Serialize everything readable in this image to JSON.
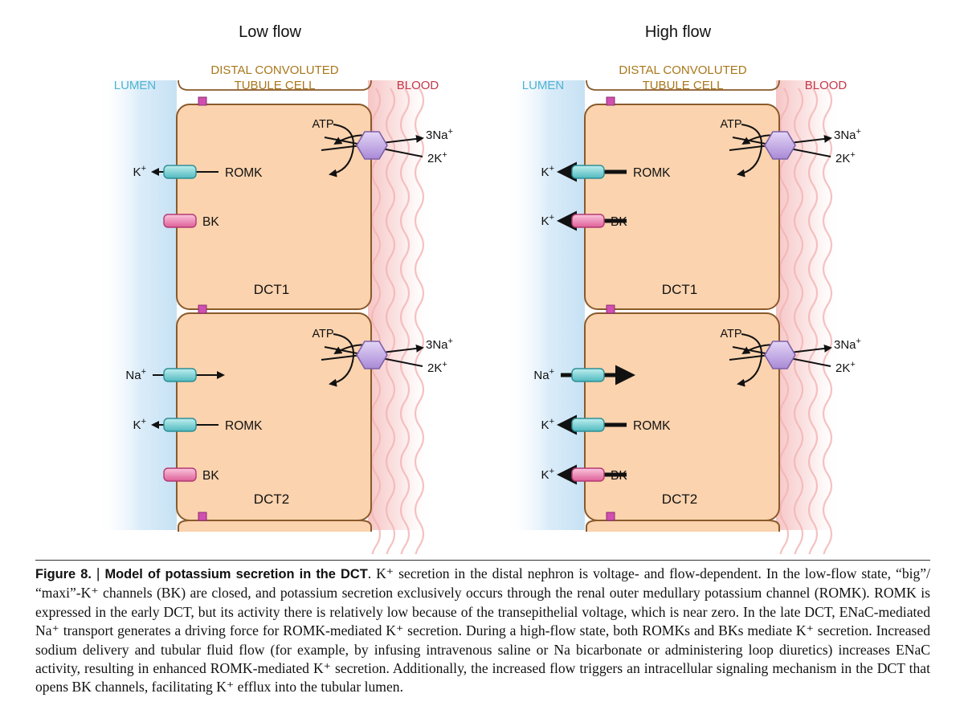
{
  "panels": [
    {
      "title": "Low flow",
      "lumen_label": "LUMEN",
      "cell_label_line1": "DISTAL CONVOLUTED",
      "cell_label_line2": "TUBULE CELL",
      "blood_label": "BLOOD",
      "cells": [
        {
          "name": "DCT1",
          "pump": {
            "atp": "ATP",
            "na_out": "3Na",
            "k_in": "2K"
          },
          "channels": [
            {
              "type": "ROMK",
              "ion": "K",
              "direction": "out",
              "active": false,
              "label": "ROMK"
            },
            {
              "type": "BK",
              "ion": "K",
              "direction": "out",
              "active": false,
              "label": "BK"
            }
          ]
        },
        {
          "name": "DCT2",
          "pump": {
            "atp": "ATP",
            "na_out": "3Na",
            "k_in": "2K"
          },
          "channels": [
            {
              "type": "ENaC",
              "ion": "Na",
              "direction": "in",
              "active": true,
              "label": ""
            },
            {
              "type": "ROMK",
              "ion": "K",
              "direction": "out",
              "active": false,
              "label": "ROMK"
            },
            {
              "type": "BK",
              "ion": "K",
              "direction": "out",
              "active": false,
              "label": "BK"
            }
          ]
        }
      ]
    },
    {
      "title": "High flow",
      "lumen_label": "LUMEN",
      "cell_label_line1": "DISTAL CONVOLUTED",
      "cell_label_line2": "TUBULE CELL",
      "blood_label": "BLOOD",
      "cells": [
        {
          "name": "DCT1",
          "pump": {
            "atp": "ATP",
            "na_out": "3Na",
            "k_in": "2K"
          },
          "channels": [
            {
              "type": "ROMK",
              "ion": "K",
              "direction": "out",
              "active": true,
              "label": "ROMK"
            },
            {
              "type": "BK",
              "ion": "K",
              "direction": "out",
              "active": true,
              "label": "BK"
            }
          ]
        },
        {
          "name": "DCT2",
          "pump": {
            "atp": "ATP",
            "na_out": "3Na",
            "k_in": "2K"
          },
          "channels": [
            {
              "type": "ENaC",
              "ion": "Na",
              "direction": "in",
              "active": true,
              "label": ""
            },
            {
              "type": "ROMK",
              "ion": "K",
              "direction": "out",
              "active": true,
              "label": "ROMK"
            },
            {
              "type": "BK",
              "ion": "K",
              "direction": "out",
              "active": true,
              "label": "BK"
            }
          ]
        }
      ]
    }
  ],
  "caption": {
    "figure_label": "Figure 8.",
    "separator": "|",
    "title": "Model of potassium secretion in the DCT",
    "text": ". K⁺ secretion in the distal nephron is voltage- and flow-dependent. In the low-flow state, “big”/ “maxi”-K⁺ channels (BK) are closed, and potassium secretion exclusively occurs through the renal outer medullary potassium channel (ROMK). ROMK is expressed in the early DCT, but its activity there is relatively low because of the transepithelial voltage, which is near zero. In the late DCT, ENaC-mediated Na⁺ transport generates a driving force for ROMK-mediated K⁺ secretion. During a high-flow state, both ROMKs and BKs mediate K⁺ secretion. Increased sodium delivery and tubular fluid flow (for example, by infusing intravenous saline or Na bicarbonate or administering loop diuretics) increases ENaC activity, resulting in enhanced ROMK-mediated K⁺ secretion. Additionally, the increased flow triggers an intracellular signaling mechanism in the DCT that opens BK channels, facilitating K⁺ efflux into the tubular lumen."
  },
  "colors": {
    "cell_fill": "#fbd3ae",
    "cell_border": "#8a5a2b",
    "lumen_glow": "#cfe6f7",
    "blood_glow": "#f6c9c9",
    "lumen_text": "#4fb3d1",
    "cell_text": "#a8771a",
    "blood_text": "#c4374a",
    "romk_channel": "#7fd3d6",
    "bk_channel": "#f08ab8",
    "pump_fill": "#c9b3e8",
    "junction": "#d14fb0"
  }
}
